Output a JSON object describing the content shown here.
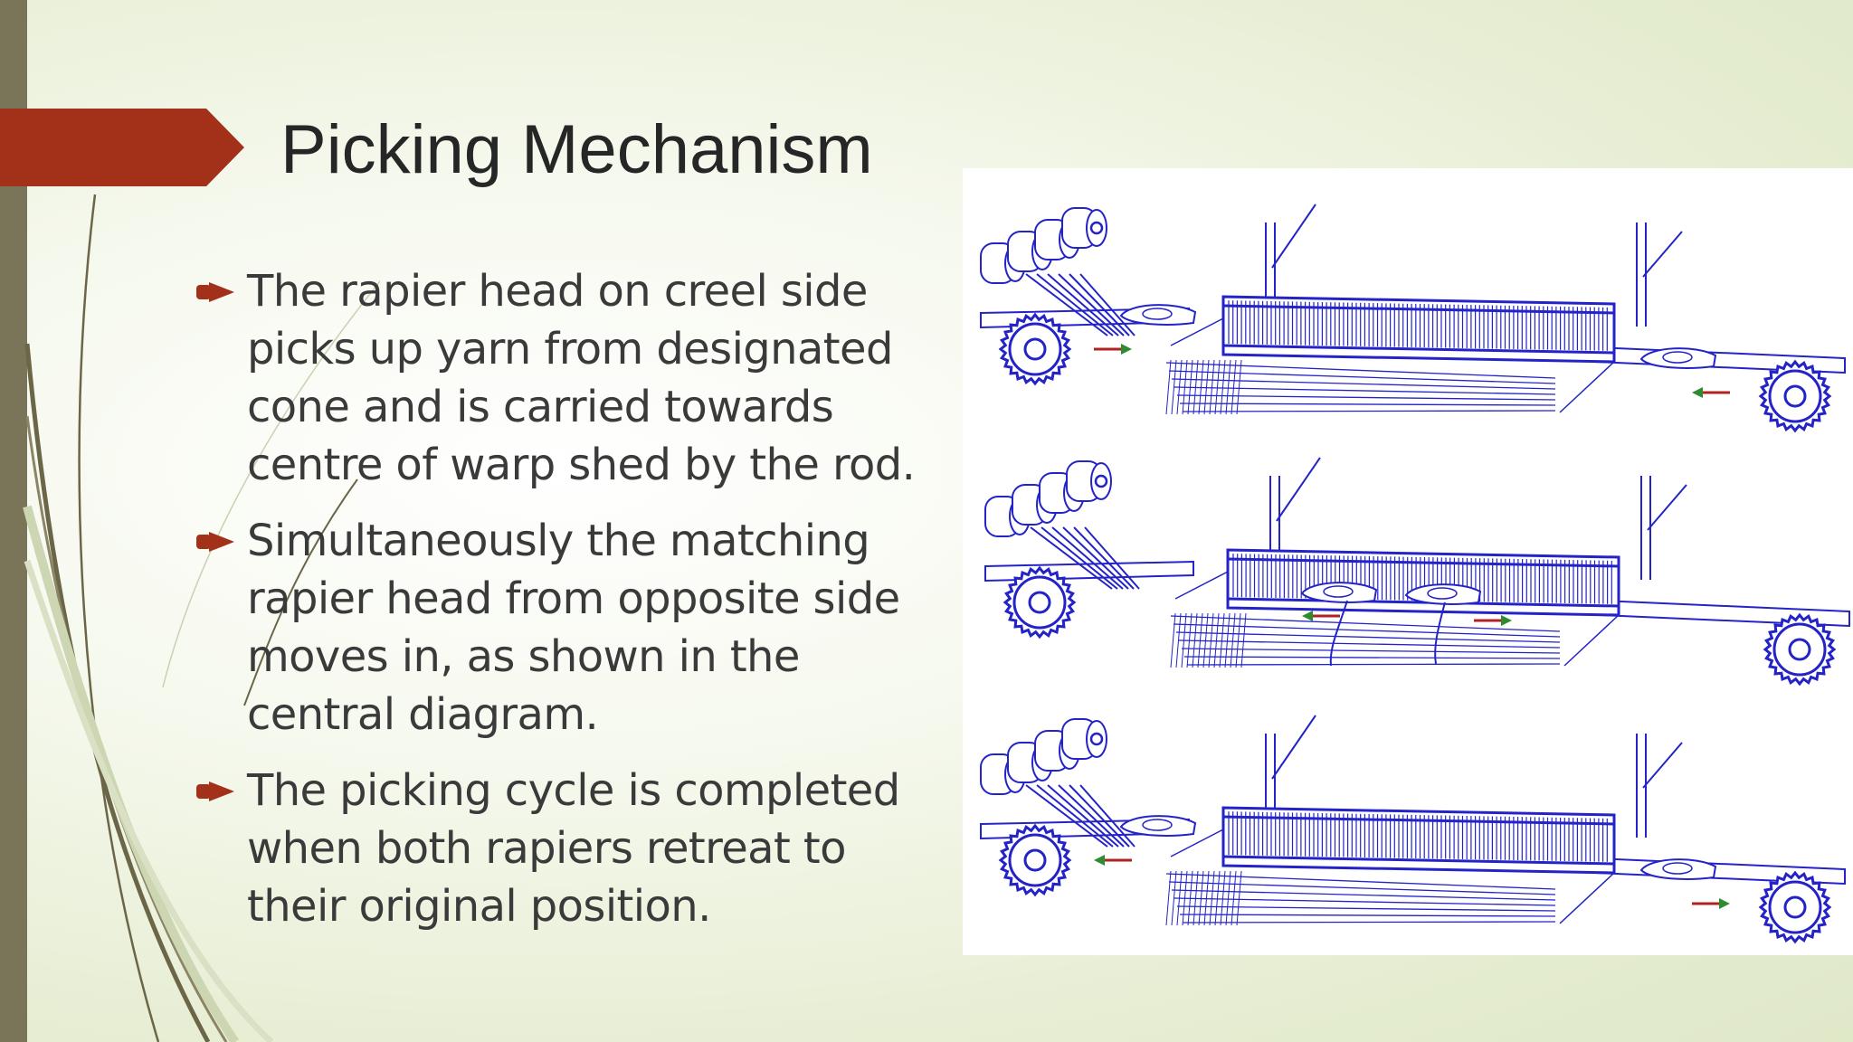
{
  "slide": {
    "title": "Picking Mechanism",
    "bullets": [
      "The rapier head on creel side picks up yarn from designated cone and is carried towards centre of warp shed by the rod.",
      "Simultaneously the matching rapier head from opposite side moves in, as shown in the central diagram.",
      "The picking cycle is completed when both rapiers retreat to their original position."
    ],
    "diagram": {
      "panels": [
        {
          "stage": "start",
          "left_rapier_arrow": "right",
          "right_rapier_arrow": "left"
        },
        {
          "stage": "transfer",
          "left_rapier_arrow": "left",
          "right_rapier_arrow": "right"
        },
        {
          "stage": "retreat",
          "left_rapier_arrow": "left",
          "right_rapier_arrow": "right"
        }
      ]
    }
  },
  "colors": {
    "accent_red": "#a33119",
    "left_bar": "#7a7459",
    "title_text": "#262626",
    "body_text": "#3a3a3a",
    "diagram_line": "#2323c8",
    "arrow_green": "#2e8b2e",
    "arrow_red": "#b22222"
  },
  "icons": {
    "bullet": "arrow-bullet-icon",
    "title_marker": "chevron-banner-icon"
  }
}
